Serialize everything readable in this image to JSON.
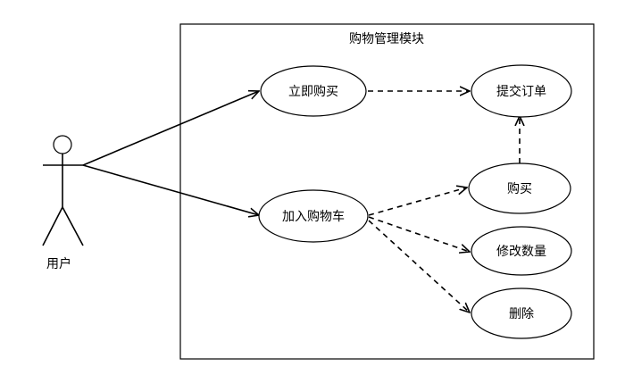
{
  "system": {
    "title": "购物管理模块"
  },
  "actor": {
    "label": "用户"
  },
  "use_cases": {
    "buy_now": "立即购买",
    "submit_order": "提交订单",
    "add_to_cart": "加入购物车",
    "purchase": "购买",
    "modify_quantity": "修改数量",
    "delete": "删除"
  },
  "colors": {
    "stroke": "#000000",
    "background": "#ffffff"
  }
}
